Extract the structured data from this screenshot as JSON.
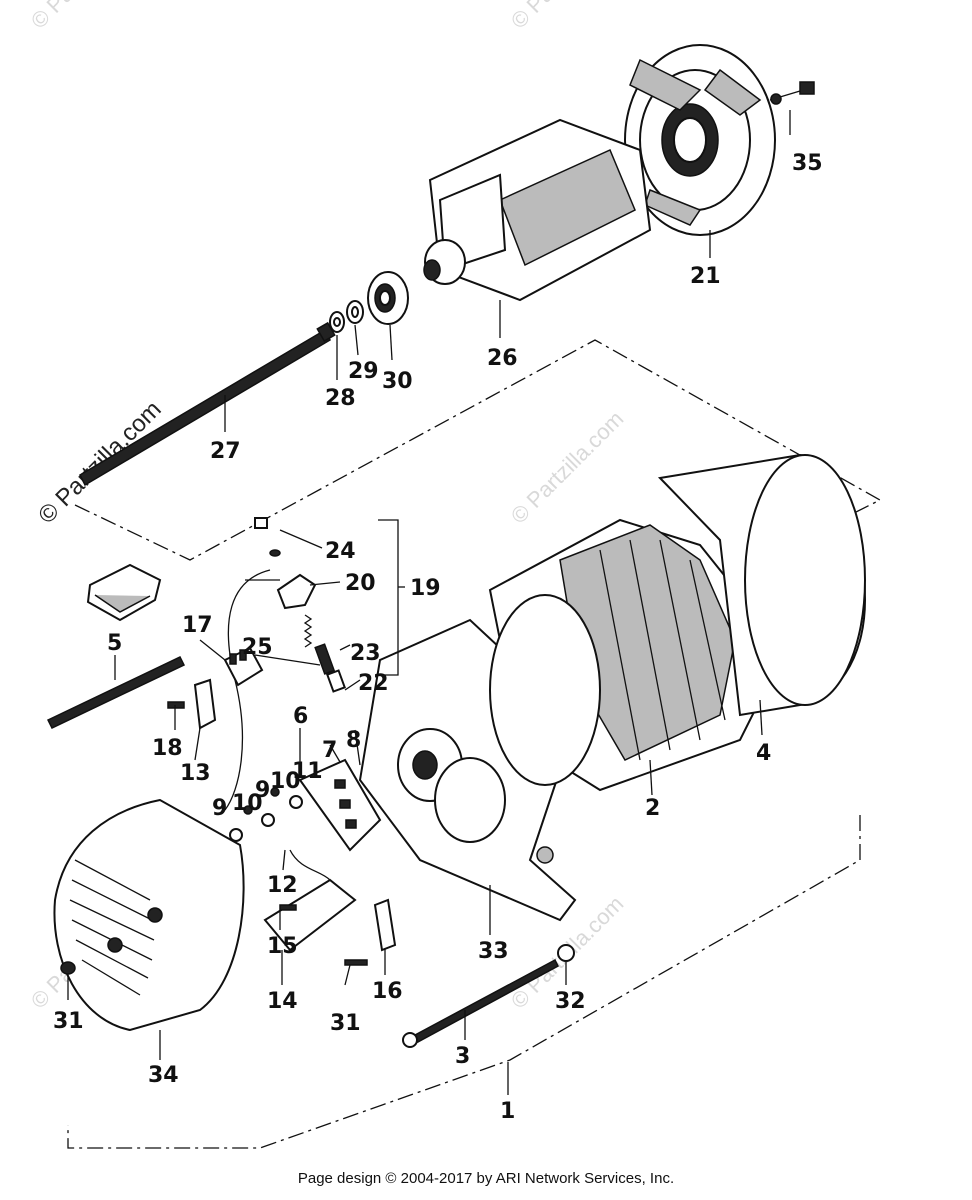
{
  "footer": "Page design © 2004-2017 by ARI Network Services, Inc.",
  "watermark": "© Partzilla.com",
  "callouts": [
    "35",
    "21",
    "26",
    "28",
    "29",
    "30",
    "27",
    "24",
    "20",
    "19",
    "5",
    "17",
    "25",
    "23",
    "22",
    "18",
    "13",
    "6",
    "7",
    "8",
    "4",
    "9",
    "10",
    "9",
    "10",
    "11",
    "2",
    "12",
    "15",
    "14",
    "33",
    "16",
    "32",
    "31",
    "31",
    "3",
    "34",
    "1"
  ]
}
